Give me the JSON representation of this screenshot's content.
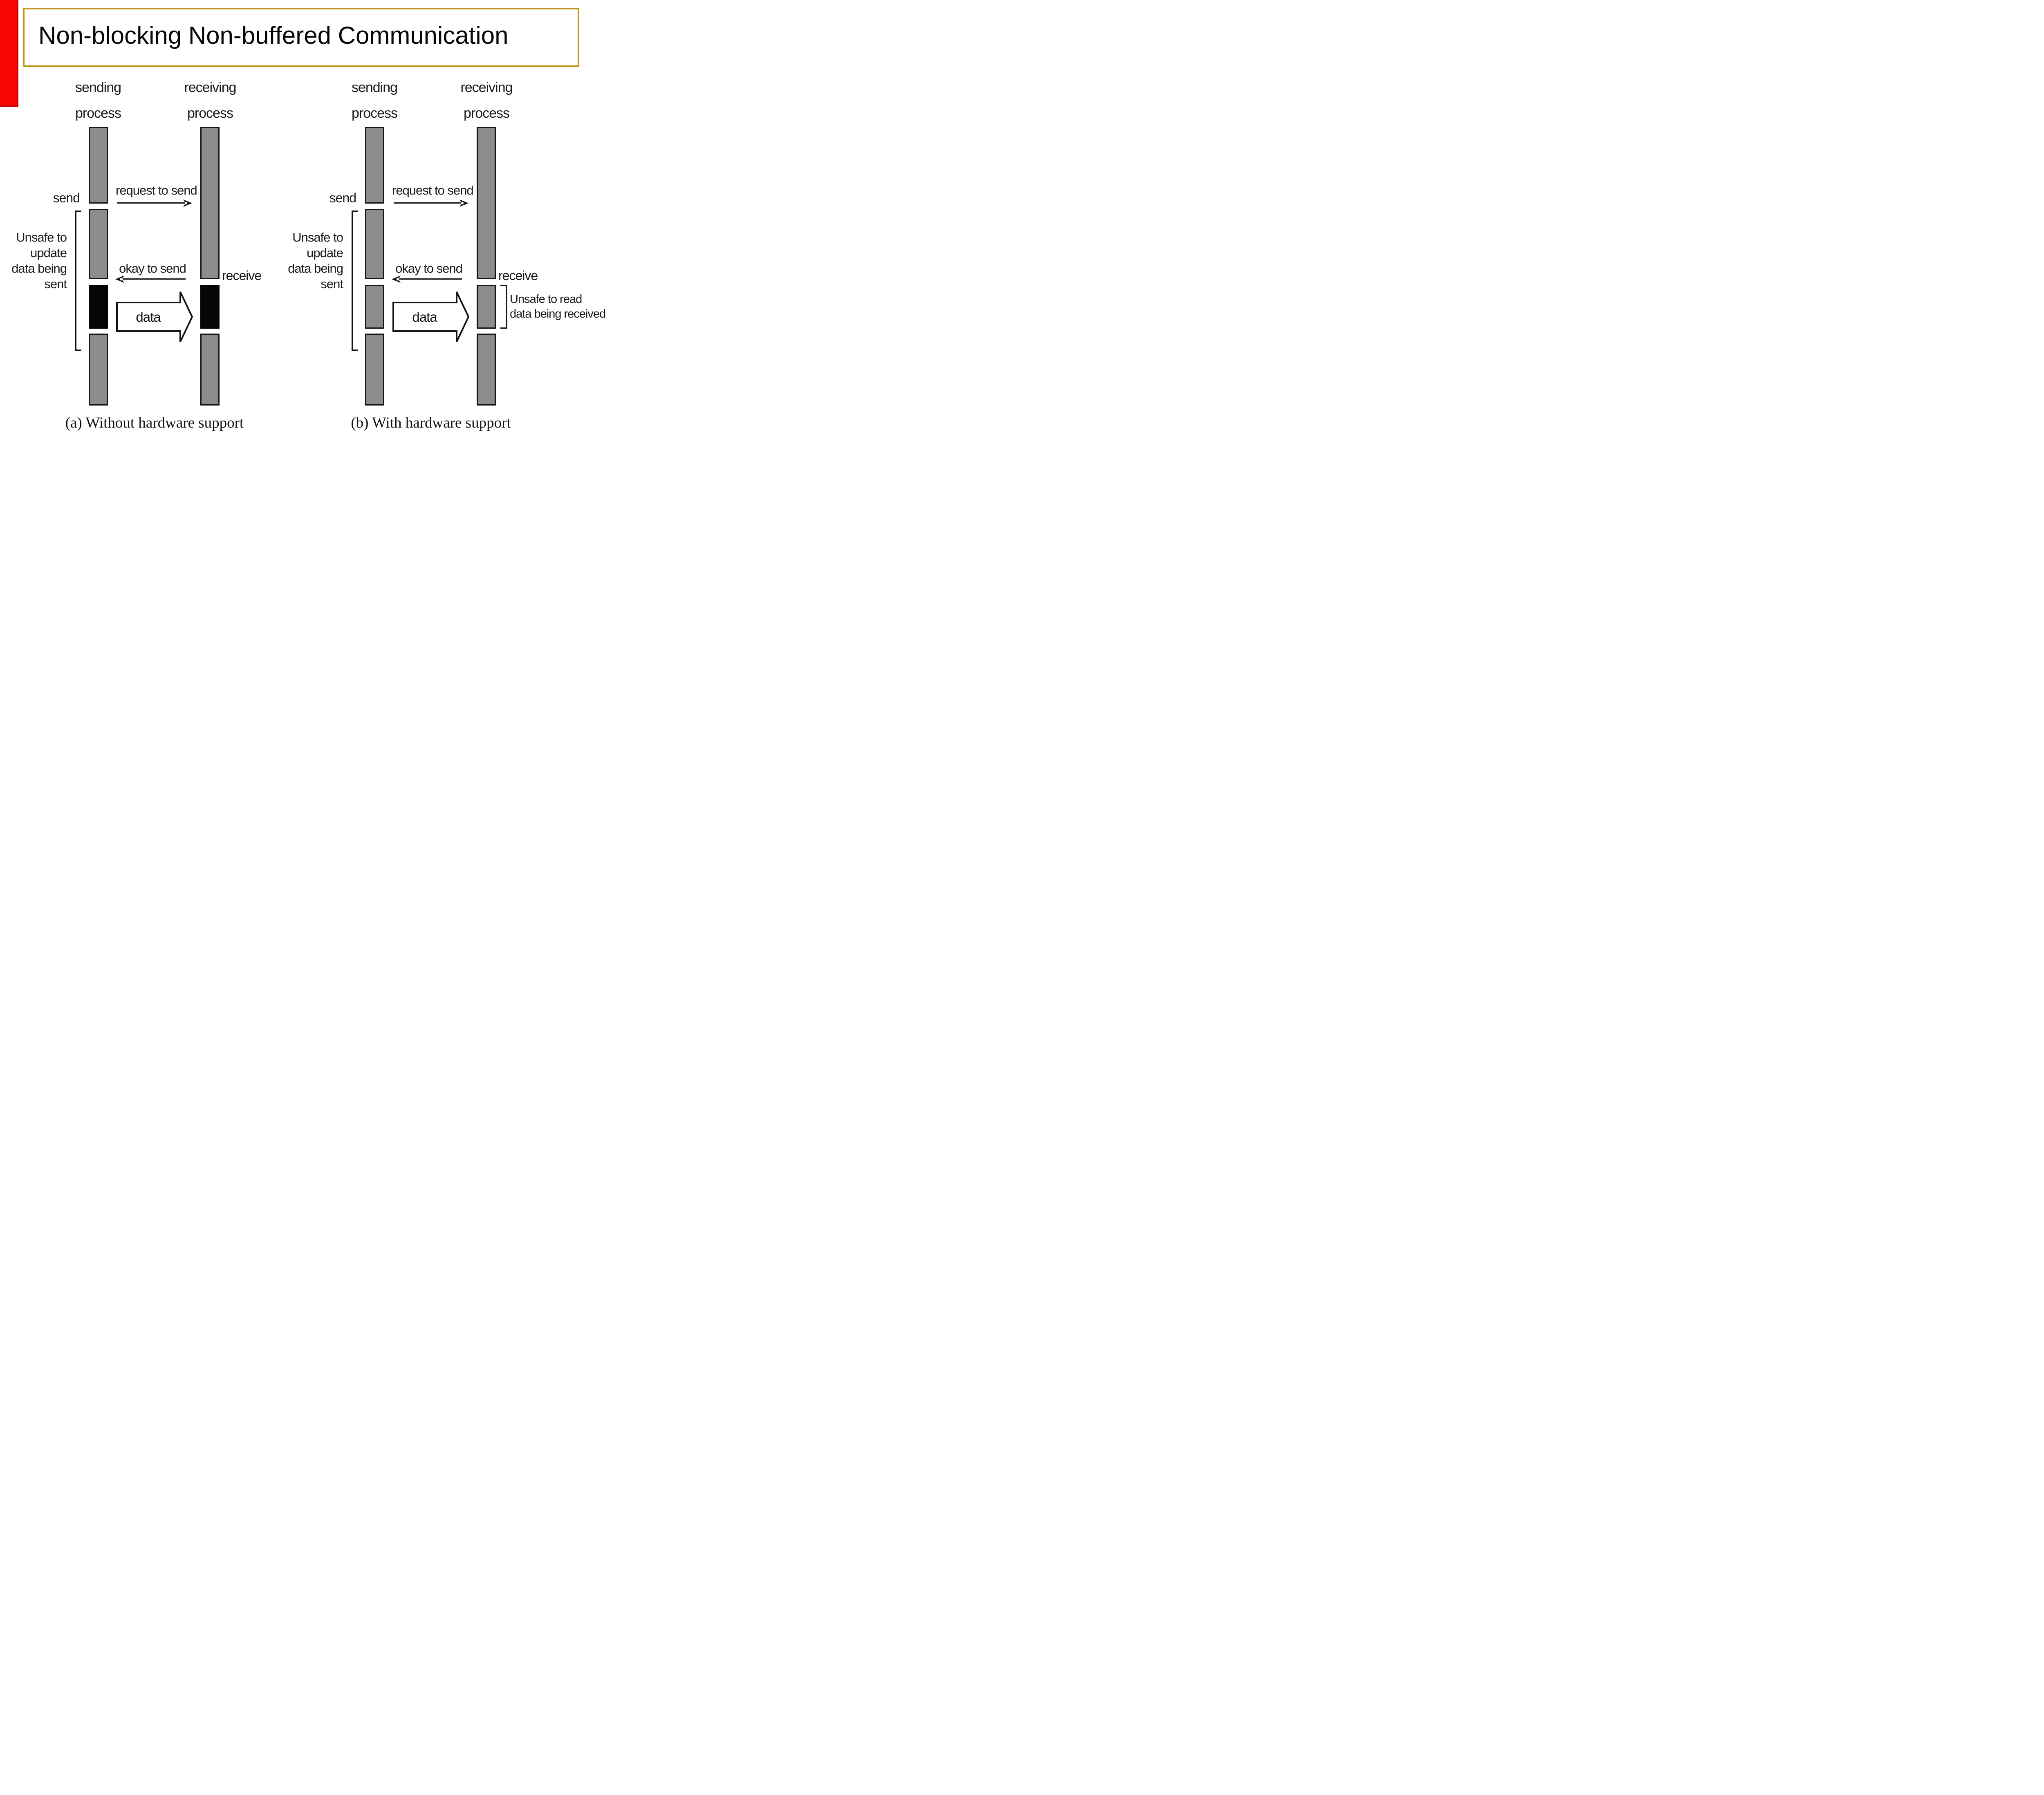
{
  "slide": {
    "title": "Non-blocking Non-buffered Communication",
    "accent_bar_color": "#f60505",
    "title_border_color": "#bf9714",
    "bar_fill_color": "#8c8c8c",
    "busy_segment_color": "#060606",
    "text_color": "#161616"
  },
  "diagrams": [
    {
      "sender_label": [
        "sending",
        "process"
      ],
      "receiver_label": [
        "receiving",
        "process"
      ],
      "send_event_label": "send",
      "receive_event_label": "receive",
      "request_arrow_label": "request to send",
      "okay_arrow_label": "okay to send",
      "data_arrow_label": "data",
      "sender_unsafe_label": [
        "Unsafe to",
        "update",
        "data being",
        "sent"
      ],
      "caption": "(a) Without hardware support"
    },
    {
      "sender_label": [
        "sending",
        "process"
      ],
      "receiver_label": [
        "receiving",
        "process"
      ],
      "send_event_label": "send",
      "receive_event_label": "receive",
      "request_arrow_label": "request to send",
      "okay_arrow_label": "okay to send",
      "data_arrow_label": "data",
      "sender_unsafe_label": [
        "Unsafe to",
        "update",
        "data being",
        "sent"
      ],
      "receiver_unsafe_label": [
        "Unsafe to read",
        "data being received"
      ],
      "caption": "(b) With hardware support"
    }
  ]
}
